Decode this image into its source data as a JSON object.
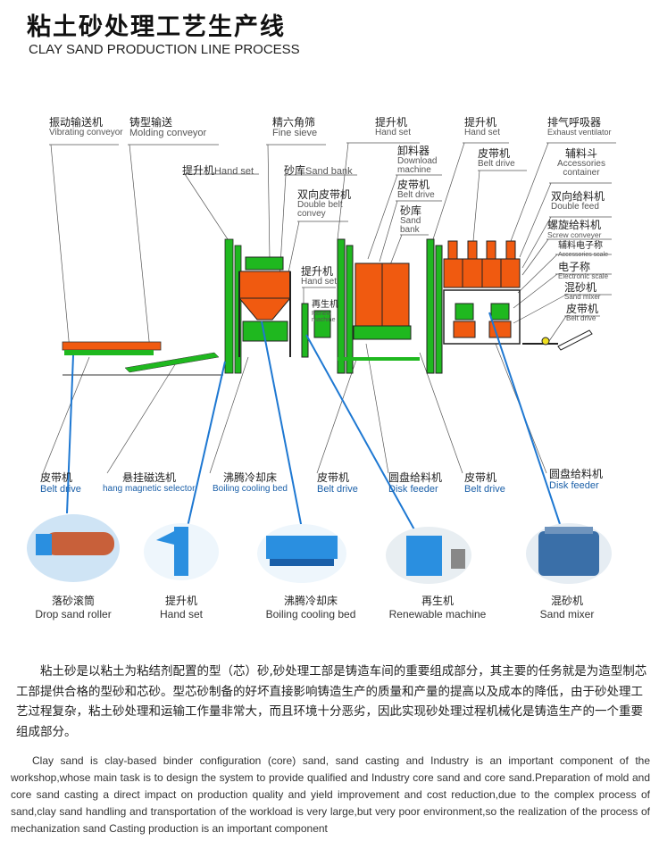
{
  "header": {
    "title": "粘土砂处理工艺生产线",
    "subtitle": "CLAY SAND PRODUCTION LINE PROCESS"
  },
  "top_labels": [
    {
      "zh": "振动输送机",
      "en": "Vibrating conveyor"
    },
    {
      "zh": "铸型输送",
      "en": "Molding conveyor"
    },
    {
      "zh": "精六角筛",
      "en": "Fine sieve"
    },
    {
      "zh": "提升机",
      "en": "Hand set"
    },
    {
      "zh": "砂库",
      "en": "Sand bank"
    },
    {
      "zh": "双向皮带机",
      "en": "Double belt convey"
    },
    {
      "zh": "提升机",
      "en": "Hand set"
    },
    {
      "zh": "再生机",
      "en": "Renew machine"
    },
    {
      "zh": "提升机",
      "en": "Hand set"
    },
    {
      "zh": "卸料器",
      "en": "Download machine"
    },
    {
      "zh": "皮带机",
      "en": "Belt drive"
    },
    {
      "zh": "砂库",
      "en": "Sand bank"
    },
    {
      "zh": "提升机",
      "en": "Hand set"
    },
    {
      "zh": "皮带机",
      "en": "Belt drive"
    },
    {
      "zh": "排气呼吸器",
      "en": "Exhaust ventilator"
    },
    {
      "zh": "辅料斗",
      "en": "Accessories container"
    },
    {
      "zh": "双向给料机",
      "en": "Double feed"
    },
    {
      "zh": "螺旋给料机",
      "en": "Screw conveyer"
    },
    {
      "zh": "辅料电子称",
      "en": "Accessories scale"
    },
    {
      "zh": "电子称",
      "en": "Electronic scale"
    },
    {
      "zh": "混砂机",
      "en": "Sand mixer"
    },
    {
      "zh": "皮带机",
      "en": "Belt drive"
    }
  ],
  "bottom_labels": [
    {
      "zh": "皮带机",
      "en": "Belt drive"
    },
    {
      "zh": "悬挂磁选机",
      "en": "hang magnetic selector"
    },
    {
      "zh": "沸腾冷却床",
      "en": "Boiling cooling bed"
    },
    {
      "zh": "皮带机",
      "en": "Belt drive"
    },
    {
      "zh": "圆盘给料机",
      "en": "Disk feeder"
    },
    {
      "zh": "皮带机",
      "en": "Belt drive"
    },
    {
      "zh": "圆盘给料机",
      "en": "Disk feeder"
    }
  ],
  "photos": [
    {
      "zh": "落砂滚筒",
      "en": "Drop sand roller"
    },
    {
      "zh": "提升机",
      "en": "Hand set"
    },
    {
      "zh": "沸腾冷却床",
      "en": "Boiling cooling bed"
    },
    {
      "zh": "再生机",
      "en": "Renewable machine"
    },
    {
      "zh": "混砂机",
      "en": "Sand mixer"
    }
  ],
  "description": {
    "zh": "粘土砂是以粘土为粘结剂配置的型（芯）砂,砂处理工部是铸造车间的重要组成部分，其主要的任务就是为造型制芯工部提供合格的型砂和芯砂。型芯砂制备的好坏直接影响铸造生产的质量和产量的提高以及成本的降低，由于砂处理工艺过程复杂，粘土砂处理和运输工作量非常大，而且环境十分恶劣，因此实现砂处理过程机械化是铸造生产的一个重要组成部分。",
    "en": "Clay sand is clay-based binder configuration (core) sand, sand casting and Industry is an important component of the workshop,whose main task is to design the system to provide qualified and Industry core sand and core sand.Preparation of mold and core sand casting a direct impact on production quality and yield improvement and cost reduction,due to the complex process of sand,clay sand handling and transportation of the workload is very large,but very poor environment,so the realization of the process of mechanization sand Casting production is an important component"
  },
  "colors": {
    "green": "#1fb81f",
    "orange": "#f05a10",
    "blue": "#1e78d2",
    "photo_blue": "#2a8fe0"
  }
}
